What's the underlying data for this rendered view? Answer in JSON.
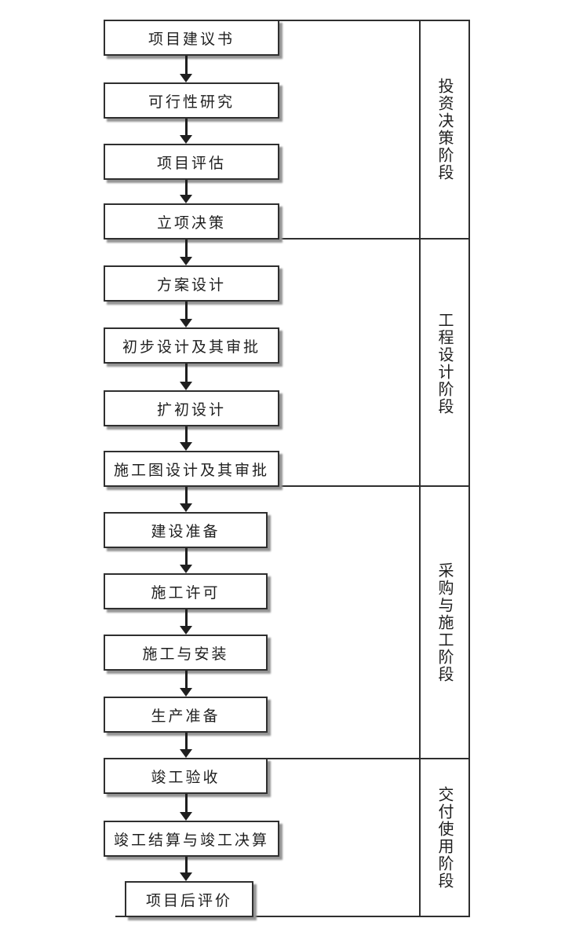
{
  "diagram": {
    "type": "flowchart",
    "direction": "top-down",
    "nodes": [
      {
        "label": "项目建议书"
      },
      {
        "label": "可行性研究"
      },
      {
        "label": "项目评估"
      },
      {
        "label": "立项决策"
      },
      {
        "label": "方案设计"
      },
      {
        "label": "初步设计及其审批"
      },
      {
        "label": "扩初设计"
      },
      {
        "label": "施工图设计及其审批"
      },
      {
        "label": "建设准备"
      },
      {
        "label": "施工许可"
      },
      {
        "label": "施工与安装"
      },
      {
        "label": "生产准备"
      },
      {
        "label": "竣工验收"
      },
      {
        "label": "竣工结算与竣工决算"
      },
      {
        "label": "项目后评价"
      }
    ],
    "stages": [
      {
        "label": "投资决策阶段",
        "covers_nodes": [
          1,
          2,
          3,
          4
        ]
      },
      {
        "label": "工程设计阶段",
        "covers_nodes": [
          5,
          6,
          7,
          8
        ]
      },
      {
        "label": "采购与施工阶段",
        "covers_nodes": [
          9,
          10,
          11,
          12
        ]
      },
      {
        "label": "交付使用阶段",
        "covers_nodes": [
          13,
          14,
          15
        ]
      }
    ],
    "colors": {
      "background": "#ffffff",
      "line": "#2f2f2f",
      "box_border": "#2f2f2f",
      "box_fill": "#ffffff",
      "box_shadow": "#949494",
      "text": "#1f1f1f"
    }
  }
}
